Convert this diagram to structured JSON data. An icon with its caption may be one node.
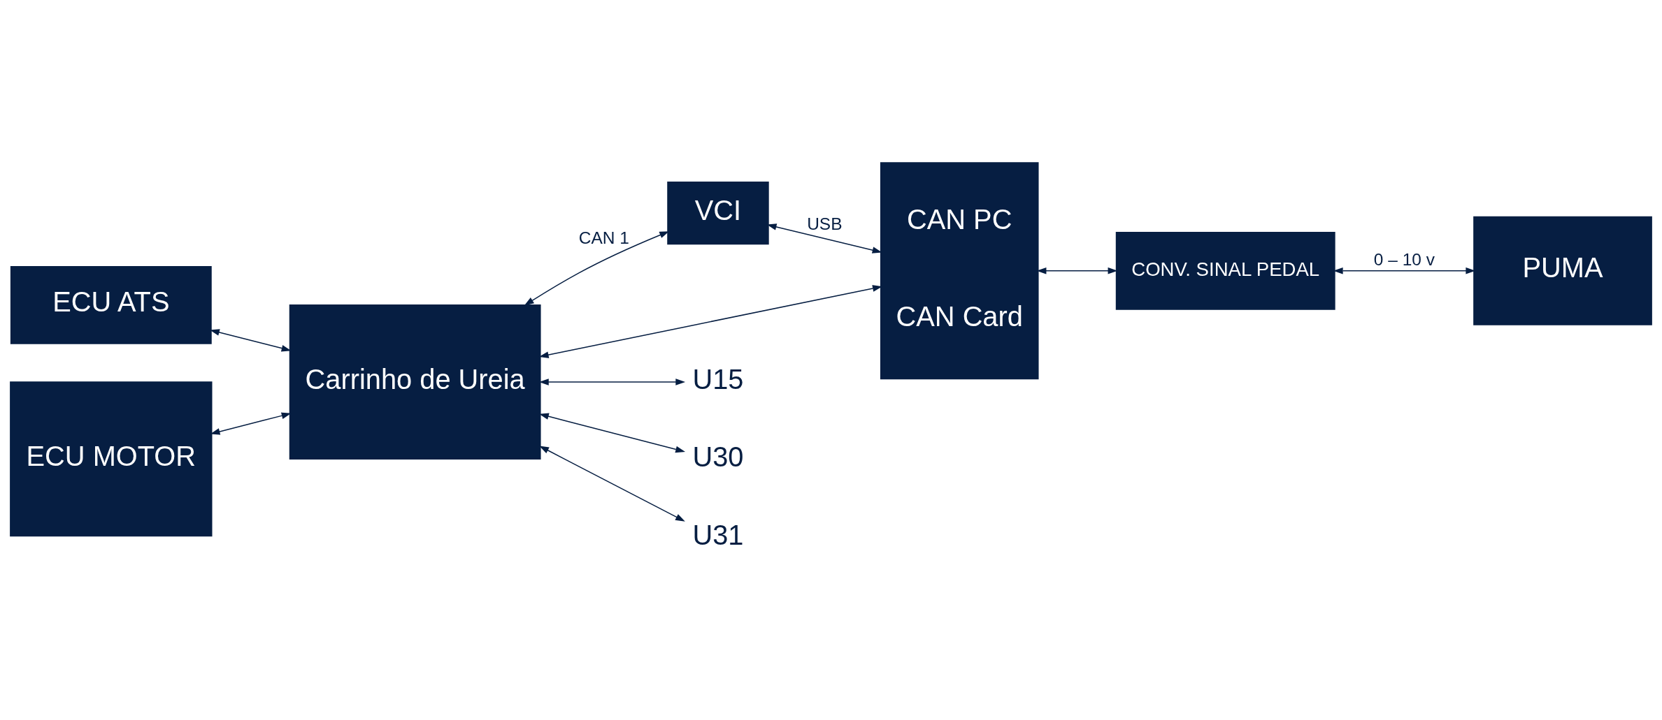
{
  "diagram": {
    "nodes": [
      {
        "text": [
          "ECU ATS"
        ]
      },
      {
        "text": [
          "ECU MOTOR"
        ]
      },
      {
        "text": [
          "Carrinho de Ureia"
        ]
      },
      {
        "text": [
          "VCI"
        ]
      },
      {
        "text": [
          "CAN PC",
          "CAN Card"
        ]
      },
      {
        "text": [
          "CONV. SINAL PEDAL"
        ]
      },
      {
        "text": [
          "U15"
        ]
      },
      {
        "text": [
          "U30"
        ]
      },
      {
        "text": [
          "U31"
        ]
      },
      {
        "text": [
          "PUMA"
        ]
      }
    ],
    "edges": [
      {
        "from": 0,
        "to": 2,
        "arrow": "both"
      },
      {
        "from": 1,
        "to": 2,
        "arrow": "both"
      },
      {
        "from": 2,
        "to": 3,
        "arrow": "both",
        "label": "CAN 1"
      },
      {
        "from": 3,
        "to": 4,
        "arrow": "both",
        "label": "USB"
      },
      {
        "from": 4,
        "to": 5,
        "arrow": "both"
      },
      {
        "from": 2,
        "to": 4,
        "arrow": "both"
      },
      {
        "from": 2,
        "to": 6,
        "arrow": "both"
      },
      {
        "from": 2,
        "to": 7,
        "arrow": "both"
      },
      {
        "from": 2,
        "to": 8,
        "arrow": "both"
      },
      {
        "from": 5,
        "to": 9,
        "arrow": "both",
        "label": "0 – 10 v"
      }
    ]
  }
}
